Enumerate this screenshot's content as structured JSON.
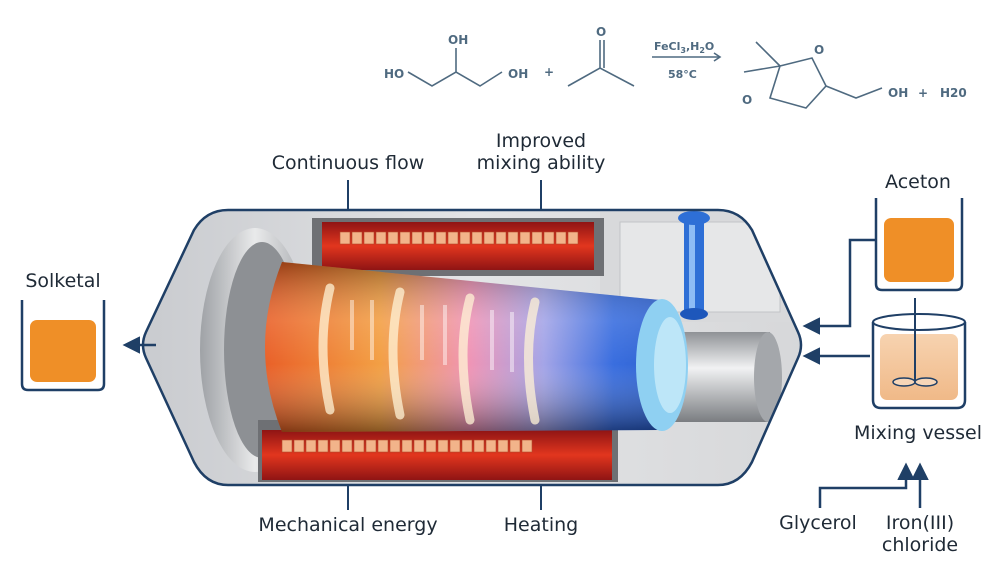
{
  "reaction": {
    "glycerol_oh_top": "OH",
    "glycerol_oh_left": "HO",
    "glycerol_oh_right": "OH",
    "plus_1": "+",
    "acetone_o": "O",
    "catalyst_main": "FeCl",
    "catalyst_sub1": "3",
    "catalyst_mid": ",H",
    "catalyst_sub2": "2",
    "catalyst_end": "O",
    "temperature": "58°C",
    "product_o_top": "O",
    "product_o_left": "O",
    "product_oh": "OH",
    "plus_2": "+",
    "water": "H20"
  },
  "labels": {
    "continuous_flow": "Continuous flow",
    "improved_line1": "Improved",
    "improved_line2": "mixing ability",
    "mechanical_energy": "Mechanical energy",
    "heating": "Heating",
    "solketal": "Solketal",
    "aceton": "Aceton",
    "mixing_vessel": "Mixing vessel",
    "glycerol": "Glycerol",
    "iron_line1": "Iron(III)",
    "iron_line2": "chloride"
  },
  "colors": {
    "frame": "#1f3f66",
    "arrow": "#1f3f66",
    "orange_fill": "#ef8f27",
    "vessel_fill": "#f6caa0",
    "vessel_line": "#1f3f66",
    "chem": "#4f6a80"
  }
}
